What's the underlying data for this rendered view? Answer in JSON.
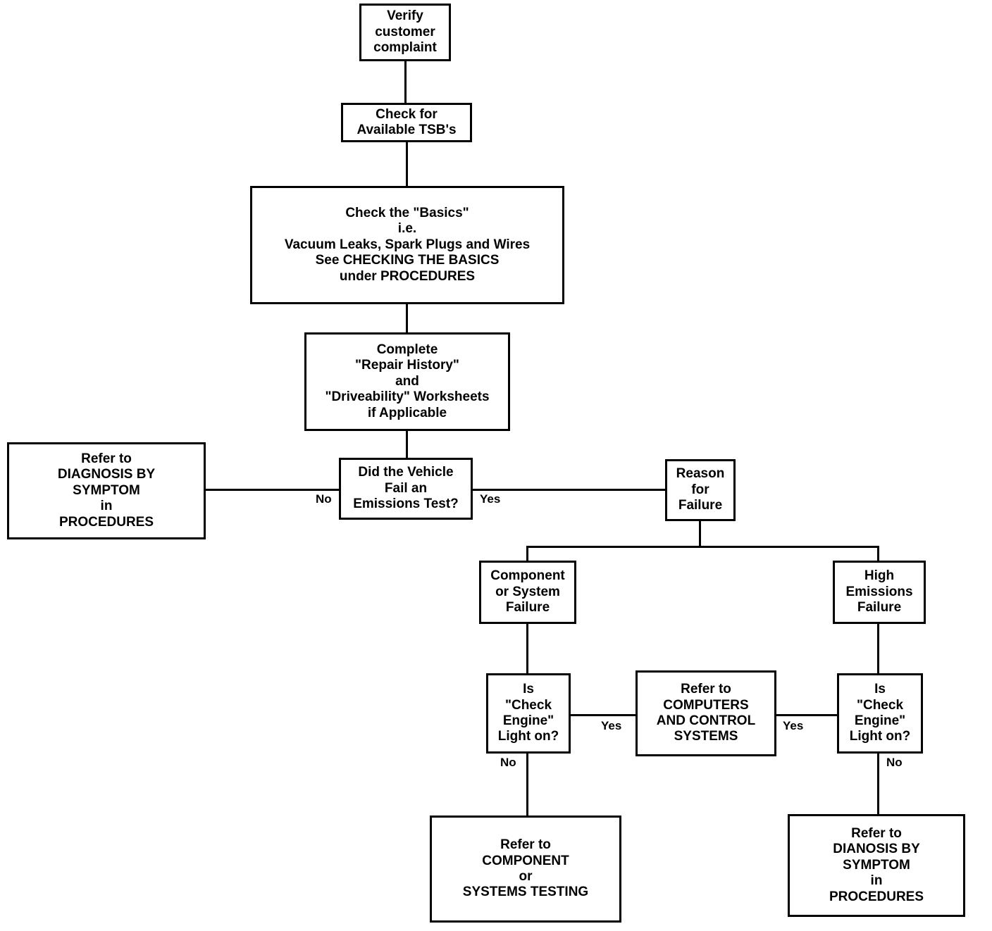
{
  "diagram": {
    "title": "Emissions / Driveability Diagnostic Flowchart",
    "type": "flowchart",
    "colors": {
      "line": "#000000",
      "box_fill": "#ffffff",
      "text": "#000000"
    }
  },
  "nodes": {
    "verify": {
      "lines": [
        "Verify",
        "customer",
        "complaint"
      ]
    },
    "tsb": {
      "lines": [
        "Check for",
        "Available TSB's"
      ]
    },
    "basics": {
      "lines": [
        "Check the \"Basics\"",
        "i.e.",
        "Vacuum Leaks, Spark Plugs and Wires",
        "See CHECKING THE BASICS",
        "under  PROCEDURES"
      ]
    },
    "worksheets": {
      "lines": [
        "Complete",
        "\"Repair History\"",
        "and",
        "\"Driveability\" Worksheets",
        "if Applicable"
      ]
    },
    "fail_test": {
      "lines": [
        "Did the Vehicle",
        "Fail an",
        "Emissions Test?"
      ]
    },
    "diagnosis_by_symptom": {
      "lines": [
        "Refer to",
        "DIAGNOSIS BY",
        "SYMPTOM",
        "in",
        "PROCEDURES"
      ]
    },
    "reason_for_failure": {
      "lines": [
        "Reason",
        "for",
        "Failure"
      ]
    },
    "component_failure": {
      "lines": [
        "Component",
        "or System",
        "Failure"
      ]
    },
    "high_emissions_failure": {
      "lines": [
        "High",
        "Emissions",
        "Failure"
      ]
    },
    "check_engine_left": {
      "lines": [
        "Is",
        "\"Check",
        "Engine\"",
        "Light on?"
      ]
    },
    "check_engine_right": {
      "lines": [
        "Is",
        "\"Check",
        "Engine\"",
        "Light on?"
      ]
    },
    "computers_control": {
      "lines": [
        "Refer to",
        "COMPUTERS",
        "AND CONTROL",
        "SYSTEMS"
      ]
    },
    "component_systems_testing": {
      "lines": [
        "Refer to",
        "COMPONENT",
        "or",
        "SYSTEMS TESTING"
      ]
    },
    "dianosis_by_symptom": {
      "lines": [
        "Refer to",
        "DIANOSIS BY",
        "SYMPTOM",
        "in",
        "PROCEDURES"
      ]
    }
  },
  "edge_labels": {
    "fail_no": "No",
    "fail_yes": "Yes",
    "cel_left_yes": "Yes",
    "cel_left_no": "No",
    "cel_right_yes": "Yes",
    "cel_right_no": "No"
  }
}
